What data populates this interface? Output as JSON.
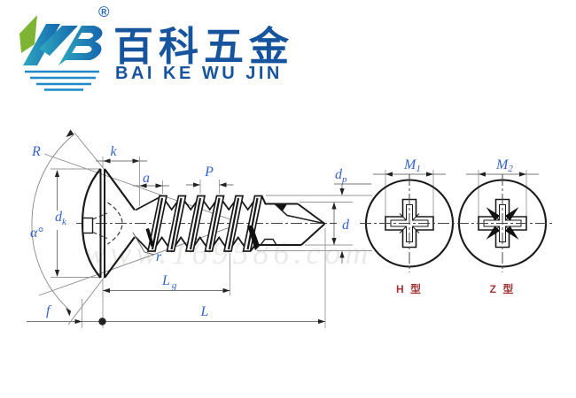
{
  "logo": {
    "registered": "®",
    "title_cn": "百科五金",
    "title_en": "BAI KE WU JIN"
  },
  "watermark": "www.169586.com",
  "dims": {
    "R": "R",
    "k": "k",
    "a": "a",
    "P": "P",
    "dp": {
      "main": "d",
      "sub": "p"
    },
    "d": "d",
    "dk": {
      "main": "d",
      "sub": "k"
    },
    "alpha": "α°",
    "r": "r",
    "Lg": {
      "main": "L",
      "sub": "g"
    },
    "L": "L",
    "f": "f"
  },
  "views": {
    "M1": {
      "main": "M",
      "sub": "1"
    },
    "M2": {
      "main": "M",
      "sub": "2"
    },
    "h_label": "H 型",
    "z_label": "Z 型"
  },
  "colors": {
    "brand_blue": "#17549e",
    "mark_teal": "#2fa9bf",
    "mark_blue": "#1565ae",
    "leaf_green": "#7db434",
    "label_blue": "#3563c9",
    "type_red": "#a23535",
    "line_black": "#1a1a1a"
  }
}
